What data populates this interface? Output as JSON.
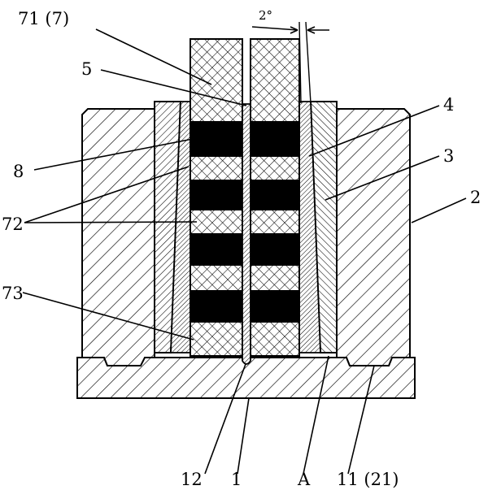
{
  "labels": {
    "l71": "71 (7)",
    "l5": "5",
    "l2deg": "2°",
    "l4": "4",
    "l3": "3",
    "l8": "8",
    "l2": "2",
    "l72": "72",
    "l73": "73",
    "l12": "12",
    "l1": "1",
    "lA": "A",
    "l11": "11 (21)"
  }
}
